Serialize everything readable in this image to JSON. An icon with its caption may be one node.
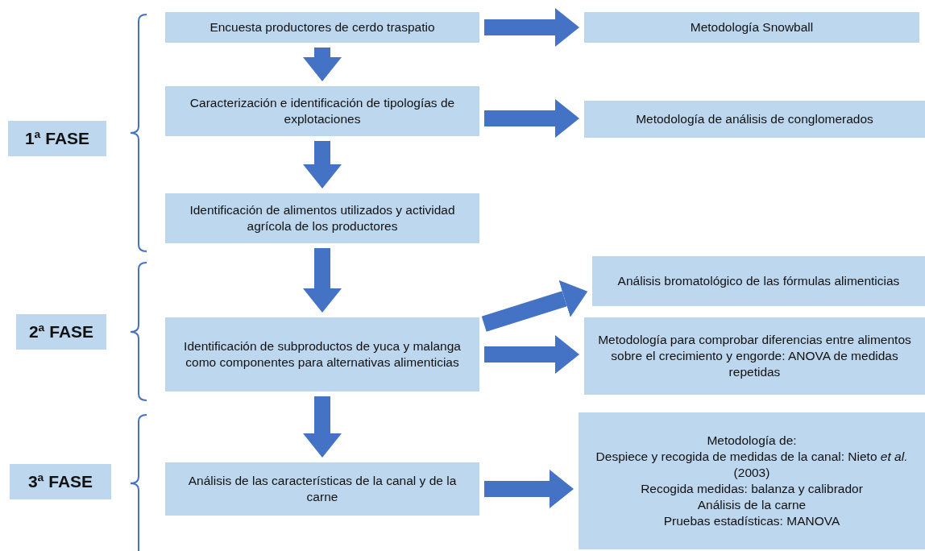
{
  "diagram": {
    "nodes": [
      {
        "text": [
          "1ª FASE"
        ]
      },
      {
        "text": [
          "Encuesta productores de cerdo traspatio"
        ]
      },
      {
        "text": [
          "Metodología Snowball"
        ]
      },
      {
        "text": [
          "Caracterización e identificación de tipologías de explotaciones"
        ]
      },
      {
        "text": [
          "Metodología de análisis de conglomerados"
        ]
      },
      {
        "text": [
          "Identificación de alimentos utilizados y actividad agrícola de los productores"
        ]
      },
      {
        "text": [
          "2ª FASE"
        ]
      },
      {
        "text": [
          "Análisis bromatológico de las fórmulas alimenticias"
        ]
      },
      {
        "text": [
          "Identificación de subproductos de yuca y malanga como componentes para alternativas alimenticias"
        ]
      },
      {
        "text": [
          "Metodología para comprobar diferencias entre alimentos sobre el crecimiento y engorde: ANOVA de medidas repetidas"
        ]
      },
      {
        "text": [
          "3ª FASE"
        ]
      },
      {
        "text": [
          "Análisis de las características de la canal y de la carne"
        ]
      },
      {
        "text": [
          "Metodología de:",
          "Despiece y recogida de medidas de la canal: Nieto *et al.* (2003)",
          "Recogida medidas: balanza y calibrador",
          "Análisis de la carne",
          "Pruebas estadísticas: MANOVA"
        ]
      }
    ],
    "edges": [
      {
        "from": 1,
        "to": 2,
        "arrow": "to"
      },
      {
        "from": 1,
        "to": 3,
        "arrow": "to"
      },
      {
        "from": 3,
        "to": 4,
        "arrow": "to"
      },
      {
        "from": 3,
        "to": 5,
        "arrow": "to"
      },
      {
        "from": 5,
        "to": 8,
        "arrow": "to"
      },
      {
        "from": 8,
        "to": 7,
        "arrow": "to"
      },
      {
        "from": 8,
        "to": 9,
        "arrow": "to"
      },
      {
        "from": 8,
        "to": 11,
        "arrow": "to"
      },
      {
        "from": 11,
        "to": 12,
        "arrow": "to"
      }
    ]
  }
}
